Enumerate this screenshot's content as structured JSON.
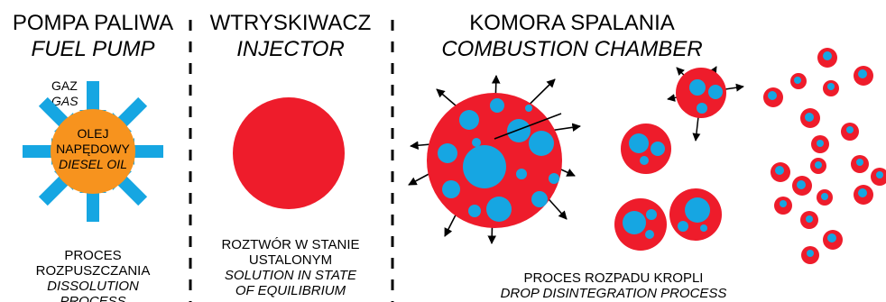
{
  "colors": {
    "red": "#ee1c2b",
    "blue": "#16a6e2",
    "orange": "#f7931e",
    "black": "#000000",
    "white": "#ffffff"
  },
  "pump": {
    "title_pl": "POMPA PALIWA",
    "title_en": "FUEL PUMP",
    "gas_pl": "GAZ",
    "gas_en": "GAS",
    "oil_line1": "OLEJ",
    "oil_line2": "NAPĘDOWY",
    "oil_en": "DIESEL OIL",
    "caption_line1": "PROCES",
    "caption_line2": "ROZPUSZCZANIA",
    "caption_line3_en": "DISSOLUTION",
    "caption_line4_en": "PROCESS"
  },
  "injector": {
    "title_pl": "WTRYSKIWACZ",
    "title_en": "INJECTOR",
    "caption_line1": "ROZTWÓR W STANIE",
    "caption_line2": "USTALONYM",
    "caption_line3_en": "SOLUTION IN STATE",
    "caption_line4_en": "OF EQUILIBRIUM"
  },
  "chamber": {
    "title_pl": "KOMORA SPALANIA",
    "title_en": "COMBUSTION CHAMBER",
    "caption_pl": "PROCES ROZPADU KROPLI",
    "caption_en": "DROP DISINTEGRATION PROCESS"
  }
}
